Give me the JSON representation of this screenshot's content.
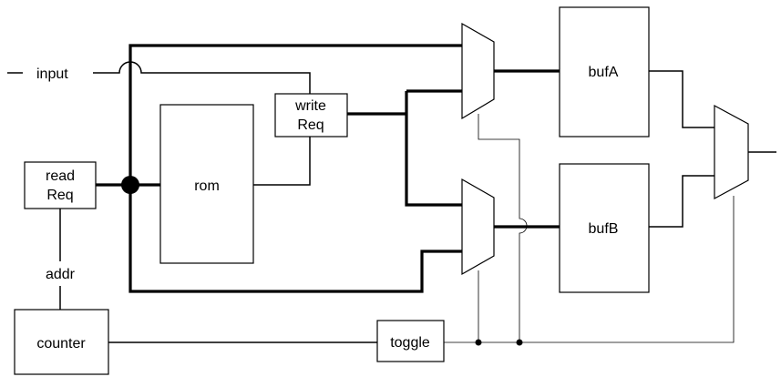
{
  "labels": {
    "input": "input",
    "read_req_line1": "read",
    "read_req_line2": "Req",
    "rom": "rom",
    "write_req_line1": "write",
    "write_req_line2": "Req",
    "addr": "addr",
    "counter": "counter",
    "toggle": "toggle",
    "buf_a": "bufA",
    "buf_b": "bufB"
  }
}
